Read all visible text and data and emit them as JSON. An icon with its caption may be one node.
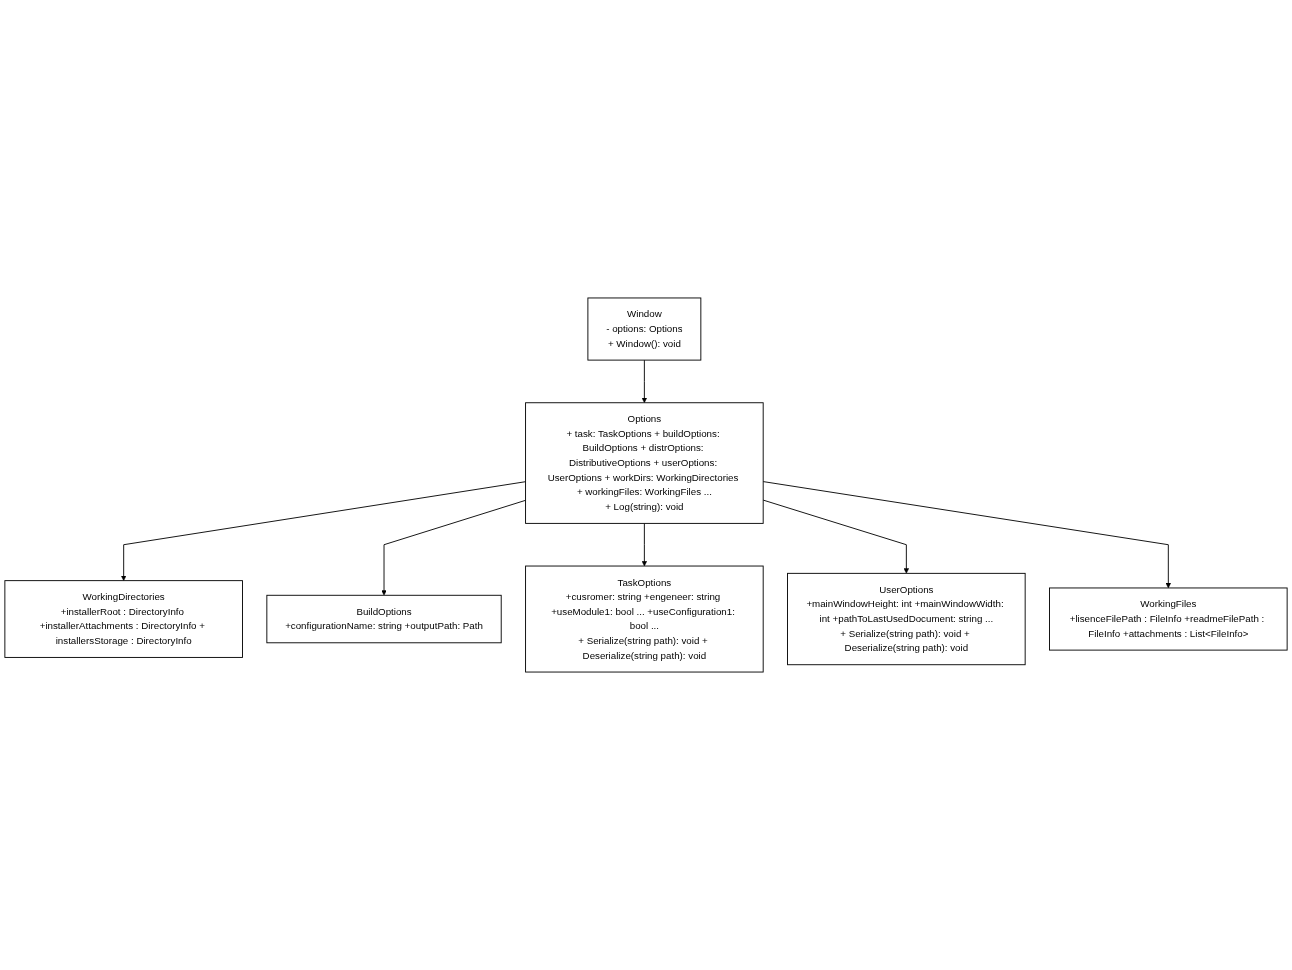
{
  "diagram": {
    "nodes": [
      {
        "text": [
          "WorkingDirectories",
          "+installerRoot : DirectoryInfo +installerAttachments : DirectoryInfo + installersStorage : DirectoryInfo"
        ]
      },
      {
        "text": [
          "BuildOptions",
          "+configurationName: string +outputPath: Path"
        ]
      },
      {
        "text": [
          "TaskOptions",
          "+cusromer: string +engeneer: string +useModule1: bool ... +useConfiguration1: bool ...",
          "+ Serialize(string path): void + Deserialize(string path): void"
        ]
      },
      {
        "text": [
          "Options",
          "+ task: TaskOptions + buildOptions: BuildOptions + distrOptions: DistributiveOptions + userOptions: UserOptions + workDirs: WorkingDirectories + workingFiles: WorkingFiles ...",
          "+ Log(string): void"
        ]
      },
      {
        "text": [
          "WorkingFiles",
          "+lisenceFilePath : FileInfo +readmeFilePath : FileInfo +attachments : List<FileInfo>"
        ]
      },
      {
        "text": [
          "UserOptions",
          "+mainWindowHeight: int +mainWindowWidth: int +pathToLastUsedDocument: string ...",
          "+ Serialize(string path): void + Deserialize(string path): void"
        ]
      },
      {
        "text": [
          "Window",
          "- options: Options",
          "+ Window(): void"
        ]
      }
    ],
    "edges": [
      {
        "from": 3,
        "to": 0,
        "arrow": "to"
      },
      {
        "from": 3,
        "to": 1,
        "arrow": "to"
      },
      {
        "from": 3,
        "to": 2,
        "arrow": "to"
      },
      {
        "from": 3,
        "to": 5,
        "arrow": "to"
      },
      {
        "from": 3,
        "to": 4,
        "arrow": "to"
      },
      {
        "from": 6,
        "to": 3,
        "arrow": "to"
      }
    ]
  }
}
